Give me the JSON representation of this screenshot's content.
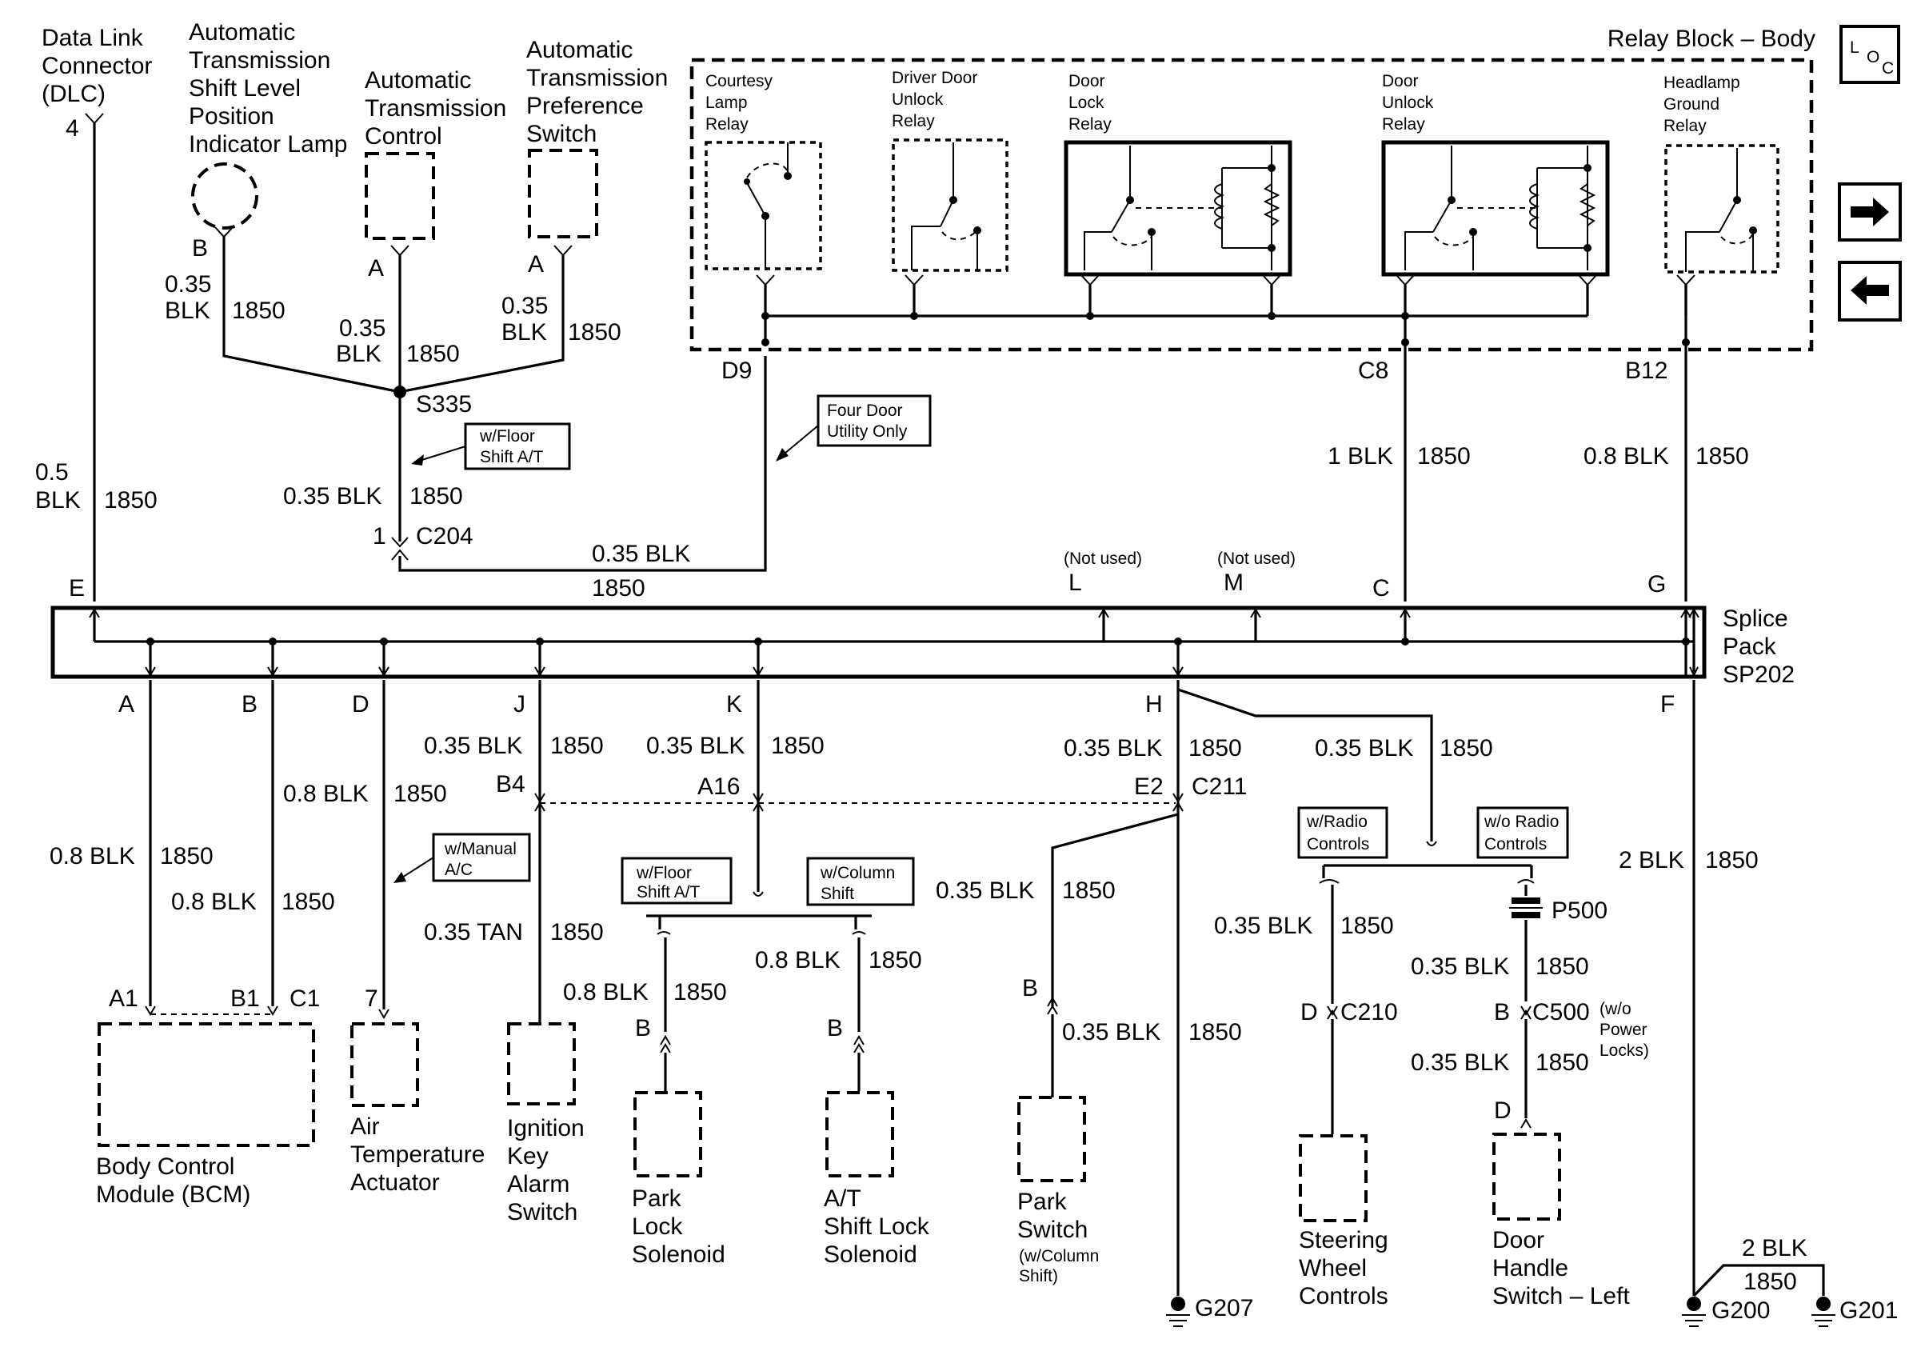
{
  "components": {
    "dlc": [
      "Data Link",
      "Connector",
      "(DLC)"
    ],
    "shift_lamp": [
      "Automatic",
      "Transmission",
      "Shift Level",
      "Position",
      "Indicator Lamp"
    ],
    "atc": [
      "Automatic",
      "Transmission",
      "Control"
    ],
    "pref_switch": [
      "Automatic",
      "Transmission",
      "Preference",
      "Switch"
    ],
    "bcm": [
      "Body Control",
      "Module (BCM)"
    ],
    "air_temp": [
      "Air",
      "Temperature",
      "Actuator"
    ],
    "ign_key": [
      "Ignition",
      "Key",
      "Alarm",
      "Switch"
    ],
    "park_lock": [
      "Park",
      "Lock",
      "Solenoid"
    ],
    "at_shift_lock": [
      "A/T",
      "Shift Lock",
      "Solenoid"
    ],
    "park_switch": [
      "Park",
      "Switch"
    ],
    "park_switch_note": [
      "(w/Column",
      "Shift)"
    ],
    "steering": [
      "Steering",
      "Wheel",
      "Controls"
    ],
    "door_handle": [
      "Door",
      "Handle",
      "Switch – Left"
    ],
    "splice_pack": [
      "Splice",
      "Pack",
      "SP202"
    ]
  },
  "relay_block": {
    "title": "Relay Block – Body",
    "relays": {
      "courtesy": [
        "Courtesy",
        "Lamp",
        "Relay"
      ],
      "driver_door": [
        "Driver Door",
        "Unlock",
        "Relay"
      ],
      "door_lock": [
        "Door",
        "Lock",
        "Relay"
      ],
      "door_unlock": [
        "Door",
        "Unlock",
        "Relay"
      ],
      "headlamp": [
        "Headlamp",
        "Ground",
        "Relay"
      ]
    }
  },
  "nav": {
    "loc_icon": "L O C",
    "next_icon": "right-arrow",
    "prev_icon": "left-arrow"
  },
  "notes": {
    "floor_shift_1": [
      "w/Floor",
      "Shift A/T"
    ],
    "four_door": [
      "Four Door",
      "Utility Only"
    ],
    "manual_ac": [
      "w/Manual",
      "A/C"
    ],
    "floor_shift_2": [
      "w/Floor",
      "Shift A/T"
    ],
    "column_shift": [
      "w/Column",
      "Shift"
    ],
    "radio": [
      "w/Radio",
      "Controls"
    ],
    "no_radio": [
      "w/o Radio",
      "Controls"
    ],
    "not_used": "(Not used)",
    "no_power_locks": [
      "(w/o",
      "Power",
      "Locks)"
    ]
  },
  "pins": {
    "dlc": "4",
    "lamp": "B",
    "atc": "A",
    "pref": "A",
    "d9": "D9",
    "c8": "C8",
    "b12": "B12",
    "s335": "S335",
    "c204_pin": "1",
    "c204": "C204",
    "sp_e": "E",
    "sp_l": "L",
    "sp_m": "M",
    "sp_c": "C",
    "sp_g": "G",
    "sp_a": "A",
    "sp_b": "B",
    "sp_d": "D",
    "sp_j": "J",
    "sp_k": "K",
    "sp_h": "H",
    "sp_f": "F",
    "b4": "B4",
    "a16": "A16",
    "e2": "E2",
    "c211": "C211",
    "a1": "A1",
    "b1": "B1",
    "c1": "C1",
    "air7": "7",
    "pl_b": "B",
    "sl_b": "B",
    "ps_b": "B",
    "c210_pin": "D",
    "c210": "C210",
    "p500": "P500",
    "c500_pin": "B",
    "c500": "C500",
    "dh_d": "D",
    "g207": "G207",
    "g200": "G200",
    "g201": "G201"
  },
  "wires": {
    "w035blk": [
      "0.35",
      "BLK"
    ],
    "w05blk": [
      "0.5",
      "BLK"
    ],
    "circuit": "1850",
    "blk035": "0.35 BLK",
    "blk08": "0.8 BLK",
    "blk1": "1 BLK",
    "blk2": "2 BLK",
    "tan035": "0.35 TAN"
  }
}
